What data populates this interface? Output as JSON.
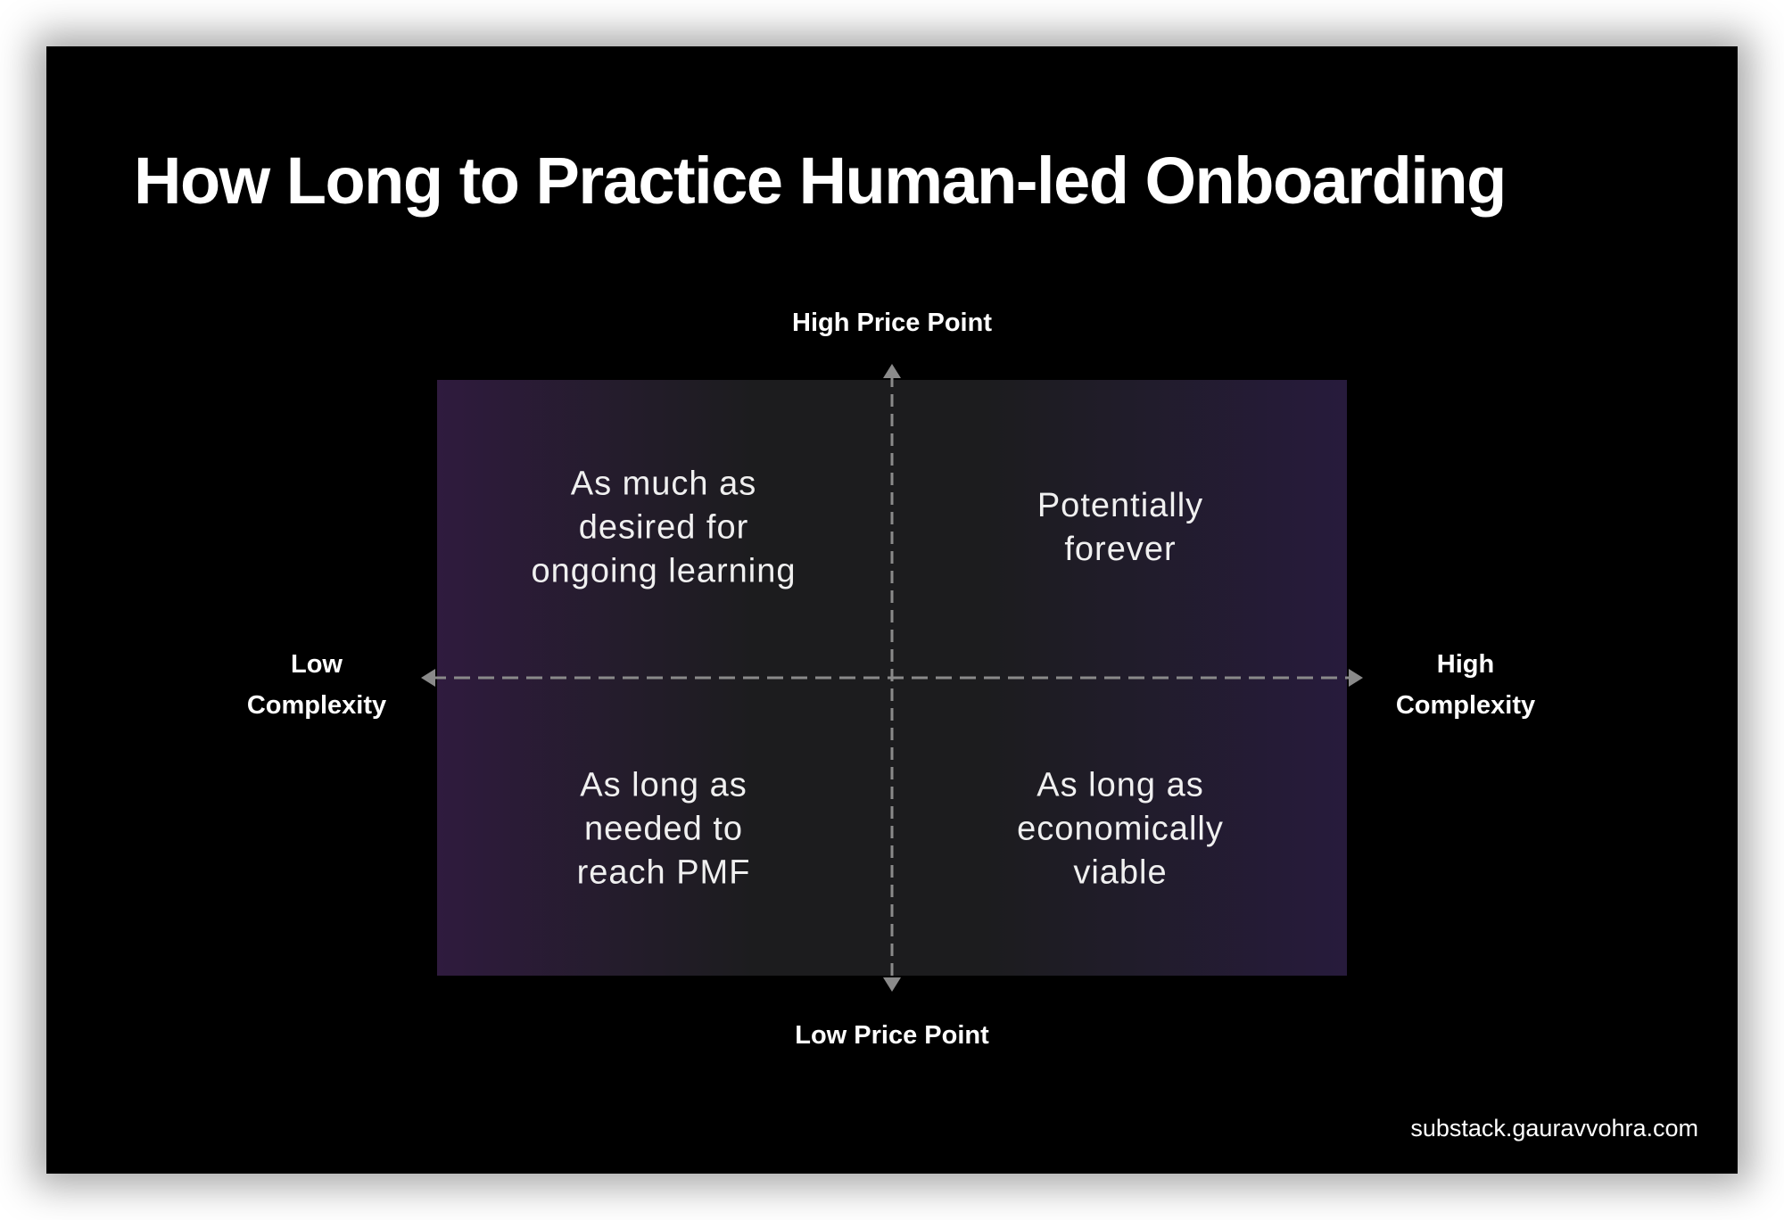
{
  "title": "How Long to Practice Human-led Onboarding",
  "axes": {
    "top": "High Price Point",
    "bottom": "Low Price Point",
    "left": "Low\nComplexity",
    "right": "High\nComplexity"
  },
  "quadrants": {
    "top_left": "As much as\ndesired for\nongoing learning",
    "top_right": "Potentially\nforever",
    "bottom_left": "As long as\nneeded to\nreach PMF",
    "bottom_right": "As long as\neconomically\nviable"
  },
  "footer": "substack.gauravvohra.com",
  "colors": {
    "background": "#000000",
    "quadrant_base": "#1c1c1e",
    "quadrant_accent": "#2f1b3e",
    "axis": "#8a8a8a"
  }
}
